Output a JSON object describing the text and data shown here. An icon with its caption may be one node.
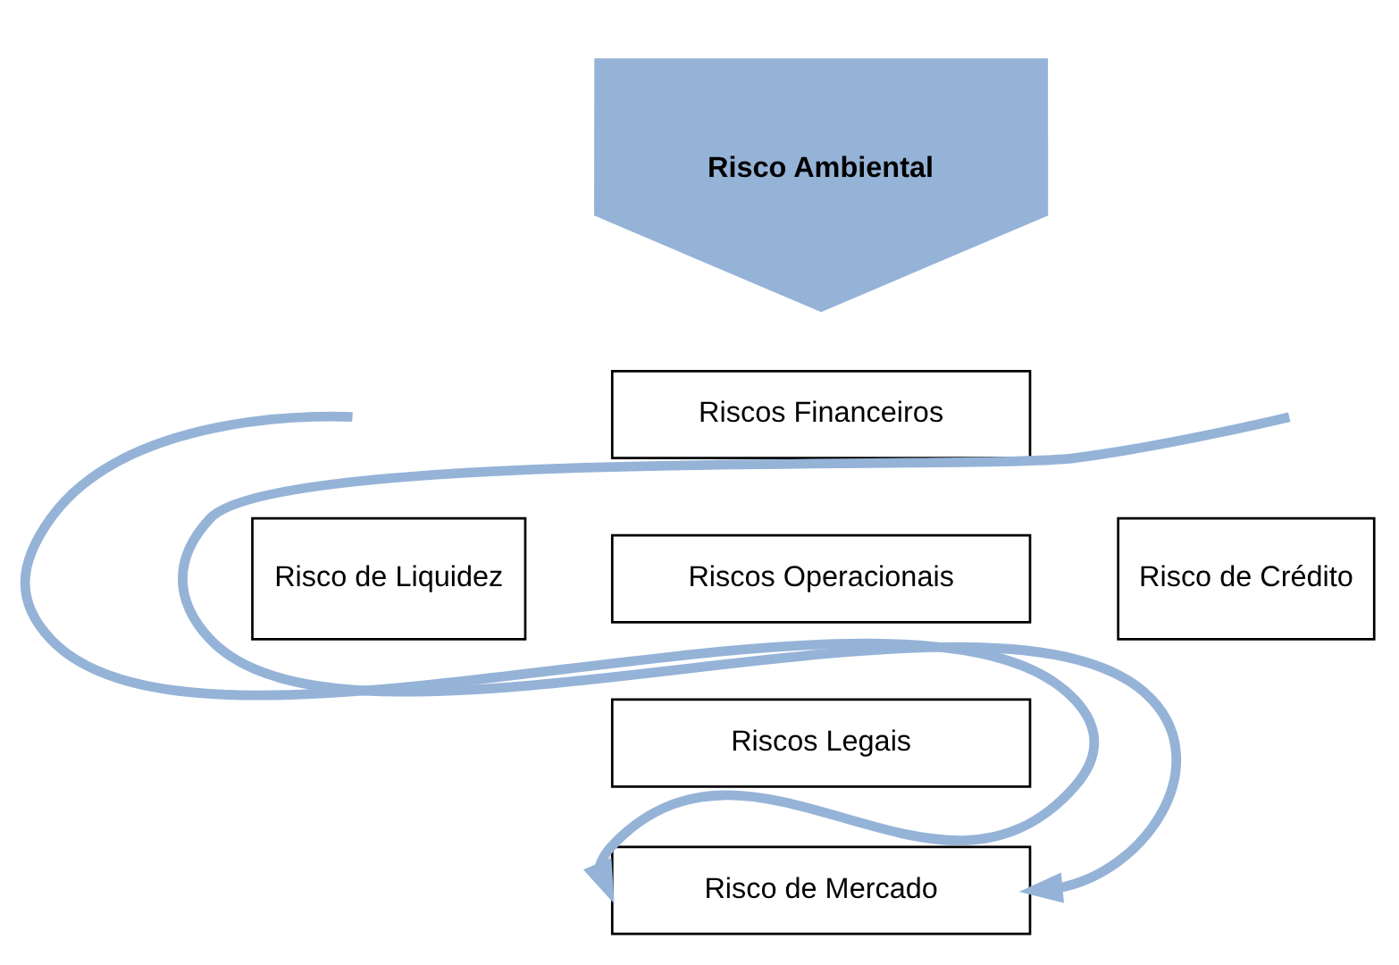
{
  "diagram": {
    "nodes": [
      {
        "text": [
          "Risco Ambiental"
        ]
      },
      {
        "text": [
          "Riscos Financeiros"
        ]
      },
      {
        "text": [
          "Risco de Liquidez"
        ]
      },
      {
        "text": [
          "Riscos Operacionais"
        ]
      },
      {
        "text": [
          "Risco de Crédito"
        ]
      },
      {
        "text": [
          "Riscos Legais"
        ]
      },
      {
        "text": [
          "Risco de Mercado"
        ]
      }
    ],
    "edges": [
      {
        "from": null,
        "to": 6,
        "arrow": "to"
      },
      {
        "from": null,
        "to": 6,
        "arrow": "to"
      }
    ]
  }
}
